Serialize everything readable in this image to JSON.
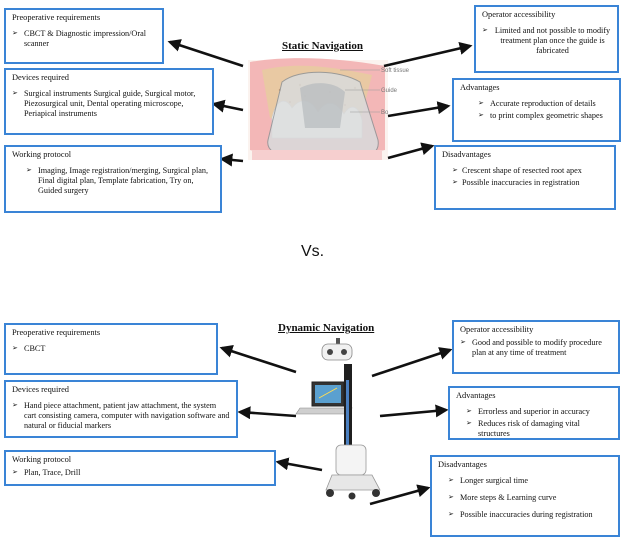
{
  "static": {
    "title": "Static Navigation",
    "image_labels": [
      "Soft tissue",
      "Guide",
      "Bo"
    ],
    "preop": {
      "title": "Preoperative requirements",
      "items": [
        "CBCT & Diagnostic impression/Oral scanner"
      ]
    },
    "devices": {
      "title": "Devices required",
      "items": [
        "Surgical instruments  Surgical guide, Surgical motor, Piezosurgical unit, Dental operating microscope, Periapical instruments"
      ]
    },
    "protocol": {
      "title": "Working protocol",
      "items": [
        "Imaging, Image registration/merging, Surgical plan, Final digital plan, Template fabrication, Try on, Guided surgery"
      ]
    },
    "operator": {
      "title": "Operator accessibility",
      "items": [
        "Limited and not possible to modify treatment plan once the guide is fabricated"
      ]
    },
    "advantages": {
      "title": "Advantages",
      "items": [
        "Accurate reproduction of details",
        "to print complex geometric shapes"
      ]
    },
    "disadvantages": {
      "title": "Disadvantages",
      "items": [
        "Crescent shape of resected root apex",
        "Possible inaccuracies in registration"
      ]
    }
  },
  "vs_label": "Vs.",
  "dynamic": {
    "title": "Dynamic Navigation",
    "preop": {
      "title": "Preoperative requirements",
      "items": [
        "CBCT"
      ]
    },
    "devices": {
      "title": "Devices required",
      "items": [
        "Hand piece attachment, patient jaw attachment, the system cart consisting camera, computer with navigation software and  natural or fiducial markers"
      ]
    },
    "protocol": {
      "title": "Working protocol",
      "items": [
        "Plan, Trace,  Drill"
      ]
    },
    "operator": {
      "title": "Operator accessibility",
      "items": [
        "Good and possible to modify procedure plan at any time of treatment"
      ]
    },
    "advantages": {
      "title": "Advantages",
      "items": [
        "Errorless and superior in accuracy",
        "Reduces risk of damaging vital structures"
      ]
    },
    "disadvantages": {
      "title": "Disadvantages",
      "items": [
        "Longer surgical time",
        "More steps &  Learning curve",
        "Possible inaccuracies during registration"
      ]
    }
  },
  "colors": {
    "box_border": "#3a84d6",
    "arrow": "#111111"
  }
}
